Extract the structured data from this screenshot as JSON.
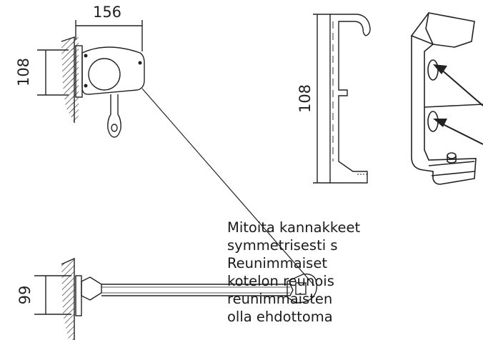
{
  "dimensions": {
    "top_width": "156",
    "top_height": "108",
    "profile_height": "108",
    "bottom_height": "99"
  },
  "description": {
    "lines": [
      "Mitoita kannakkeet",
      "symmetrisesti s",
      "Reunimmaiset",
      "kotelon reunois",
      "reunimmaisten",
      "olla ehdottoma"
    ]
  }
}
